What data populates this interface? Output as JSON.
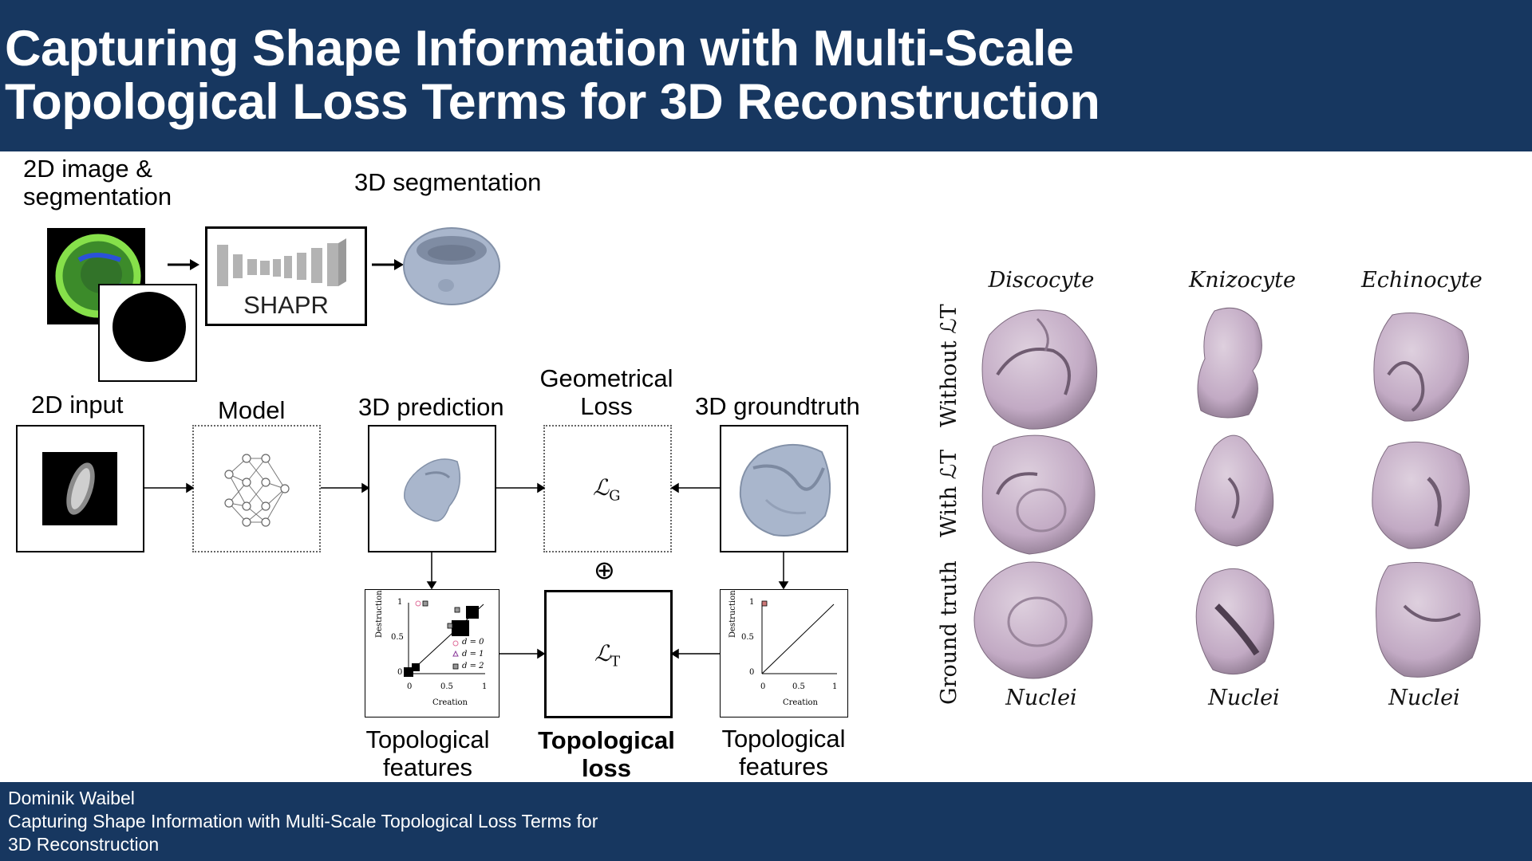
{
  "slide": {
    "title_line1": "Capturing Shape Information with Multi-Scale",
    "title_line2": "Topological Loss Terms for 3D Reconstruction"
  },
  "pipeline_top": {
    "input_label_line1": "2D image &",
    "input_label_line2": "segmentation",
    "model_label": "SHAPR",
    "output_label": "3D segmentation"
  },
  "pipeline_main": {
    "input_label": "2D input",
    "model_label": "Model",
    "prediction_label": "3D prediction",
    "geo_loss_label_line1": "Geometrical",
    "geo_loss_label_line2": "Loss",
    "groundtruth_label": "3D groundtruth",
    "geo_loss_symbol": "ℒ",
    "geo_loss_sub": "G",
    "topo_loss_symbol": "ℒ",
    "topo_loss_sub": "T",
    "oplus": "⊕",
    "topo_features_left_line1": "Topological",
    "topo_features_left_line2": "features",
    "topo_loss_label_line1": "Topological",
    "topo_loss_label_line2": "loss",
    "topo_features_right_line1": "Topological",
    "topo_features_right_line2": "features"
  },
  "persistence_plot": {
    "ylabel": "Destruction",
    "xlabel": "Creation",
    "yticks": [
      "0",
      "0.5",
      "1"
    ],
    "xticks": [
      "0",
      "0.5",
      "1"
    ],
    "legend": [
      "d = 0",
      "d = 1",
      "d = 2"
    ]
  },
  "results_grid": {
    "columns": [
      "Discocyte",
      "Knizocyte",
      "Echinocyte"
    ],
    "rows": [
      "Without ℒT",
      "With ℒT",
      "Ground truth"
    ],
    "bottom_labels": [
      "Nuclei",
      "Nuclei",
      "Nuclei"
    ]
  },
  "footer": {
    "author": "Dominik Waibel",
    "line2": "Capturing Shape Information with Multi-Scale Topological Loss Terms for",
    "line3": "3D Reconstruction"
  },
  "colors": {
    "header_bg": "#173760",
    "shape_blue": "#a9b6cc",
    "shape_pink": "#c9b3cb",
    "cell_green": "#6cc63a"
  }
}
